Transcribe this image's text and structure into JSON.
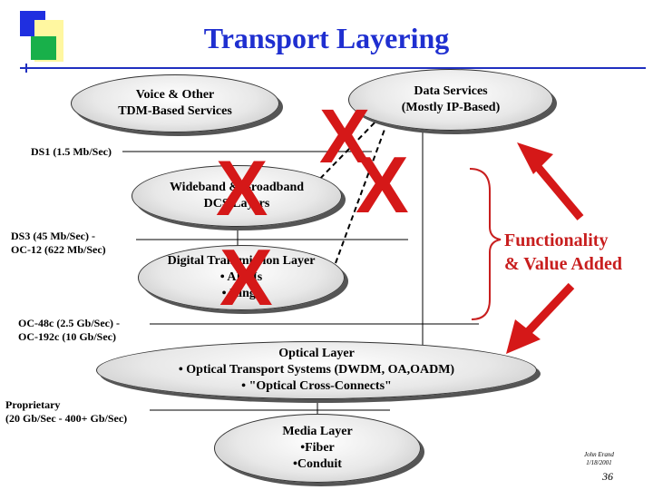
{
  "title": "Transport Layering",
  "ellipses": {
    "voice": {
      "line1": "Voice & Other",
      "line2": "TDM-Based Services"
    },
    "data": {
      "line1": "Data Services",
      "line2": "(Mostly IP-Based)"
    },
    "dcs": {
      "line1": "Wideband & Broadband",
      "line2": "DCS Layers"
    },
    "dtl": {
      "line1": "Digital Transmission Layer",
      "line2": "• ADMs",
      "line3": "• Rings"
    },
    "optical": {
      "line1": "Optical Layer",
      "line2": "• Optical Transport Systems (DWDM, OA,OADM)",
      "line3": "• \"Optical Cross-Connects\""
    },
    "media": {
      "line1": "Media Layer",
      "line2": "•Fiber",
      "line3": "•Conduit"
    }
  },
  "rate_labels": {
    "ds1": "DS1 (1.5 Mb/Sec)",
    "ds3_line1": "DS3 (45 Mb/Sec) -",
    "ds3_line2": "OC-12 (622 Mb/Sec)",
    "oc48_line1": "OC-48c (2.5 Gb/Sec) -",
    "oc48_line2": "OC-192c (10 Gb/Sec)",
    "prop_line1": "Proprietary",
    "prop_line2": "(20 Gb/Sec - 400+ Gb/Sec)"
  },
  "functionality": {
    "line1": "Functionality",
    "line2": "& Value Added"
  },
  "x_mark": "X",
  "footer": {
    "author": "John Erand",
    "date": "1/18/2001",
    "page": "36"
  },
  "colors": {
    "title": "#1f2fd0",
    "accent_red": "#c81e1e",
    "x_red": "#d51818"
  }
}
